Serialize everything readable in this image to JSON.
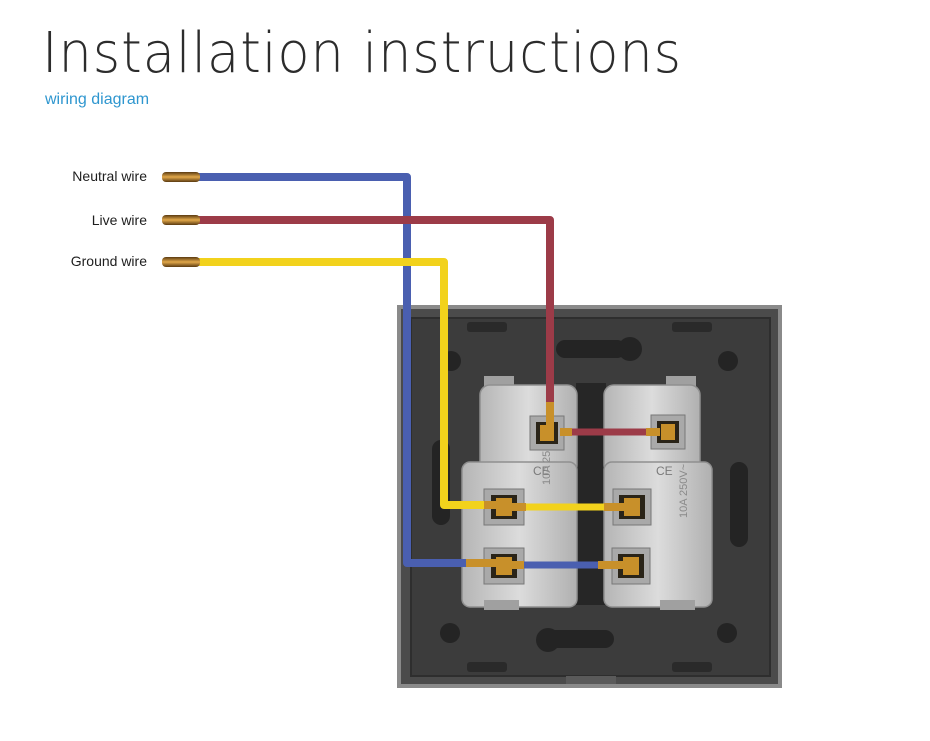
{
  "header": {
    "title": "Installation instructions",
    "subtitle": "wiring diagram"
  },
  "wires": [
    {
      "id": "neutral",
      "label": "Neutral wire",
      "color": "#4a5fb0"
    },
    {
      "id": "live",
      "label": "Live wire",
      "color": "#9c3b48"
    },
    {
      "id": "ground",
      "label": "Ground wire",
      "color": "#f2d21c"
    }
  ],
  "sockets": [
    {
      "id": "left",
      "rating": "10A 250V~",
      "mark": "CE"
    },
    {
      "id": "right",
      "rating": "10A 250V~",
      "mark": "CE"
    }
  ],
  "colors": {
    "panel": "#4a4a4a",
    "module": "#cfcfcf",
    "terminal": "#c8902a"
  }
}
